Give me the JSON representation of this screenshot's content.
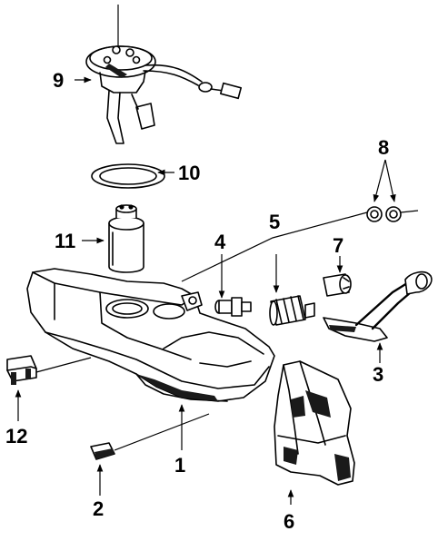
{
  "callouts": [
    {
      "id": "1",
      "label": "1"
    },
    {
      "id": "2",
      "label": "2"
    },
    {
      "id": "3",
      "label": "3"
    },
    {
      "id": "4",
      "label": "4"
    },
    {
      "id": "5",
      "label": "5"
    },
    {
      "id": "6",
      "label": "6"
    },
    {
      "id": "7",
      "label": "7"
    },
    {
      "id": "8",
      "label": "8"
    },
    {
      "id": "9",
      "label": "9"
    },
    {
      "id": "10",
      "label": "10"
    },
    {
      "id": "11",
      "label": "11"
    },
    {
      "id": "12",
      "label": "12"
    }
  ],
  "colors": {
    "ink": "#000000",
    "background": "#ffffff"
  }
}
